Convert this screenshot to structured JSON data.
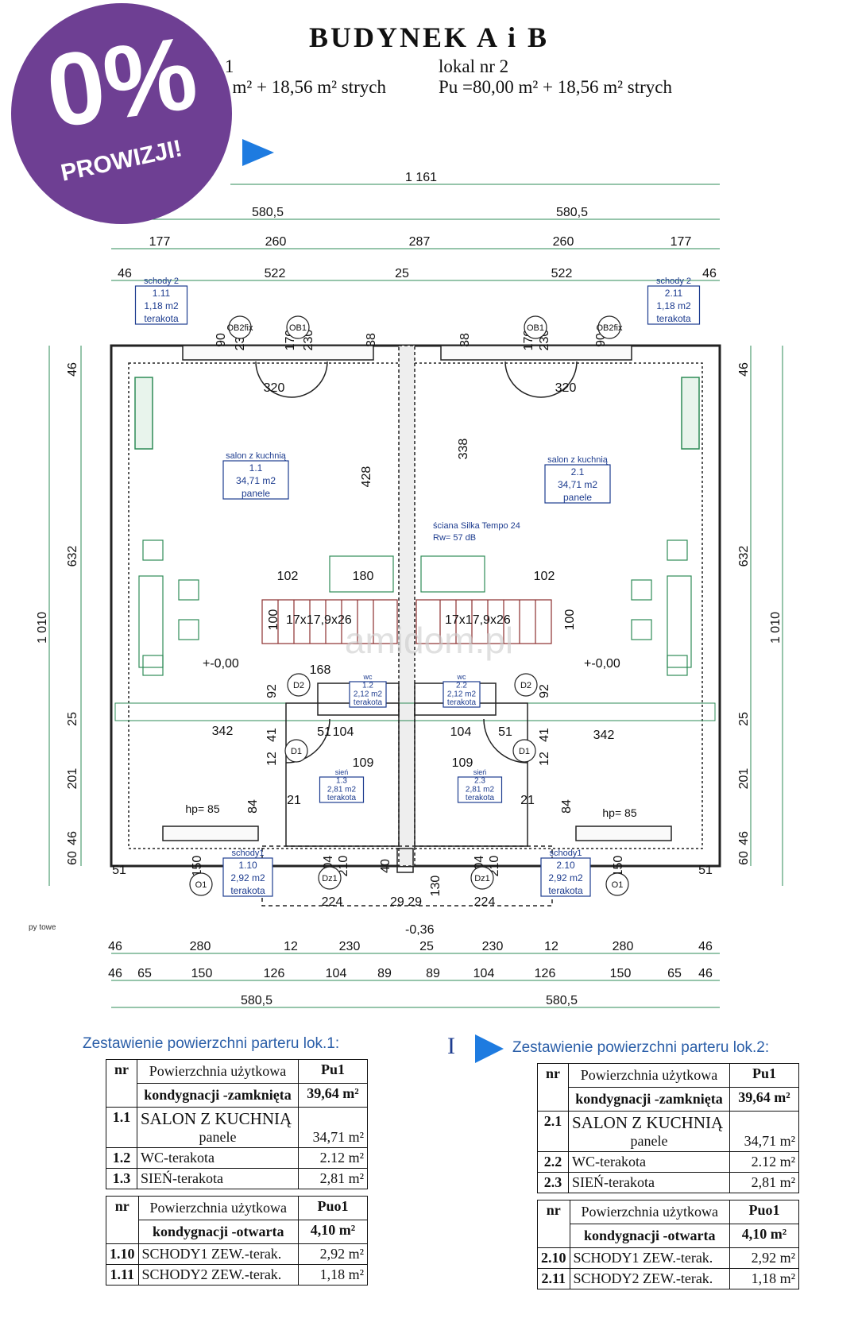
{
  "header": {
    "title": "BUDYNEK A i B",
    "lokal1": {
      "label": "nr 1",
      "area": ",00 m² + 18,56 m² strych"
    },
    "lokal2": {
      "label": "lokal nr 2",
      "area": "Pu =80,00 m² + 18,56 m² strych"
    }
  },
  "badge": {
    "big": "0%",
    "small": "PROWIZJI!"
  },
  "watermark": "amidom.pl",
  "plan": {
    "top_dims": {
      "total": "1 161",
      "halves": [
        "580,5",
        "580,5"
      ],
      "row3": [
        "177",
        "260",
        "287",
        "260",
        "177"
      ],
      "row4": [
        "46",
        "522",
        "25",
        "522",
        "46"
      ]
    },
    "bottom_dims": {
      "row1": [
        "46",
        "280",
        "12",
        "230",
        "25",
        "230",
        "12",
        "280",
        "46"
      ],
      "row2": [
        "46",
        "65",
        "150",
        "126",
        "104",
        "89",
        "89",
        "104",
        "126",
        "150",
        "65",
        "46"
      ],
      "row3": [
        "580,5",
        "580,5"
      ]
    },
    "side_dims": {
      "left": [
        "46",
        "632",
        "1 010",
        "25",
        "201",
        "46",
        "60"
      ],
      "right": [
        "46",
        "632",
        "1 010",
        "25",
        "201",
        "46",
        "60"
      ]
    },
    "rooms": [
      {
        "name": "salon z kuchnią",
        "code": "1.1",
        "area": "34,71 m2",
        "floor": "panele"
      },
      {
        "name": "salon z kuchnią",
        "code": "2.1",
        "area": "34,71 m2",
        "floor": "panele"
      },
      {
        "name": "sień",
        "code": "1.3",
        "area": "2,81 m2",
        "floor": "terakota"
      },
      {
        "name": "sień",
        "code": "2.3",
        "area": "2,81 m2",
        "floor": "terakota"
      },
      {
        "name": "schody 2",
        "code": "1.11",
        "area": "1,18 m2",
        "floor": "terakota"
      },
      {
        "name": "schody 2",
        "code": "2.11",
        "area": "1,18 m2",
        "floor": "terakota"
      },
      {
        "name": "schody1",
        "code": "1.10",
        "area": "2,92 m2",
        "floor": "terakota"
      },
      {
        "name": "schody1",
        "code": "2.10",
        "area": "2,92 m2",
        "floor": "terakota"
      },
      {
        "name": "wc",
        "code": "1.2",
        "area": "2,12 m2",
        "floor": "terakota"
      },
      {
        "name": "wc",
        "code": "2.2",
        "area": "2,12 m2",
        "floor": "terakota"
      }
    ],
    "labels": {
      "ob2fix": "OB2fix",
      "ob1": "OB1",
      "o1": "O1",
      "d1": "D1",
      "d2": "D2",
      "dz1": "Dz1",
      "stairs": "17x17,9x26",
      "level0": "+-0,00",
      "level_ext": "-0,36",
      "hp": "hp= 85",
      "wall_note": "ściana Silka Tempo 24",
      "wall_rw": "Rw= 57 dB",
      "d320": "320",
      "d428": "428",
      "d338": "338",
      "d180": "180",
      "d102": "102",
      "d342": "342",
      "d90": "90",
      "d230": "230",
      "d170": "170",
      "d224": "224",
      "d2929": "29 29",
      "d109": "109",
      "d104": "104",
      "d51": "51",
      "d168": "168",
      "d92": "92",
      "d41": "41",
      "d12": "12",
      "d84": "84",
      "d21": "21",
      "d150": "150",
      "d210": "210",
      "d40": "40",
      "d130": "130",
      "d100": "100",
      "d38": "38"
    },
    "section_mark": "I",
    "side_note": "py\ntowe"
  },
  "tables": {
    "lok1": {
      "title": "Zestawienie powierzchni parteru lok.1:",
      "closed": {
        "nr": "nr",
        "h1": "Powierzchnia użytkowa",
        "h2": "kondygnacji -zamknięta",
        "pu_label": "Pu1",
        "pu_value": "39,64 m²",
        "rows": [
          {
            "nr": "1.1",
            "name": "SALON Z KUCHNIĄ",
            "sub": "panele",
            "val": "34,71 m²"
          },
          {
            "nr": "1.2",
            "name": "WC-terakota",
            "val": "2.12 m²"
          },
          {
            "nr": "1.3",
            "name": "SIEŃ-terakota",
            "val": "2,81 m²"
          }
        ]
      },
      "open": {
        "nr": "nr",
        "h1": "Powierzchnia użytkowa",
        "h2": "kondygnacji -otwarta",
        "pu_label": "Puo1",
        "pu_value": "4,10 m²",
        "rows": [
          {
            "nr": "1.10",
            "name": "SCHODY1 ZEW.-terak.",
            "val": "2,92 m²"
          },
          {
            "nr": "1.11",
            "name": "SCHODY2 ZEW.-terak.",
            "val": "1,18 m²"
          }
        ]
      }
    },
    "lok2": {
      "title": "Zestawienie powierzchni parteru lok.2:",
      "closed": {
        "nr": "nr",
        "h1": "Powierzchnia użytkowa",
        "h2": "kondygnacji -zamknięta",
        "pu_label": "Pu1",
        "pu_value": "39,64 m²",
        "rows": [
          {
            "nr": "2.1",
            "name": "SALON Z KUCHNIĄ",
            "sub": "panele",
            "val": "34,71 m²"
          },
          {
            "nr": "2.2",
            "name": "WC-terakota",
            "val": "2.12 m²"
          },
          {
            "nr": "2.3",
            "name": "SIEŃ-terakota",
            "val": "2,81 m²"
          }
        ]
      },
      "open": {
        "nr": "nr",
        "h1": "Powierzchnia użytkowa",
        "h2": "kondygnacji -otwarta",
        "pu_label": "Puo1",
        "pu_value": "4,10 m²",
        "rows": [
          {
            "nr": "2.10",
            "name": "SCHODY1 ZEW.-terak.",
            "val": "2,92 m²"
          },
          {
            "nr": "2.11",
            "name": "SCHODY2 ZEW.-terak.",
            "val": "1,18 m²"
          }
        ]
      }
    }
  },
  "colors": {
    "badge": "#6e3f93",
    "dim_green": "#2e8b57",
    "title_blue": "#2a5ea8",
    "plan_blue": "#1d3c8f",
    "stair_red": "#8b2e2e",
    "arrow_blue": "#1e7be0"
  }
}
